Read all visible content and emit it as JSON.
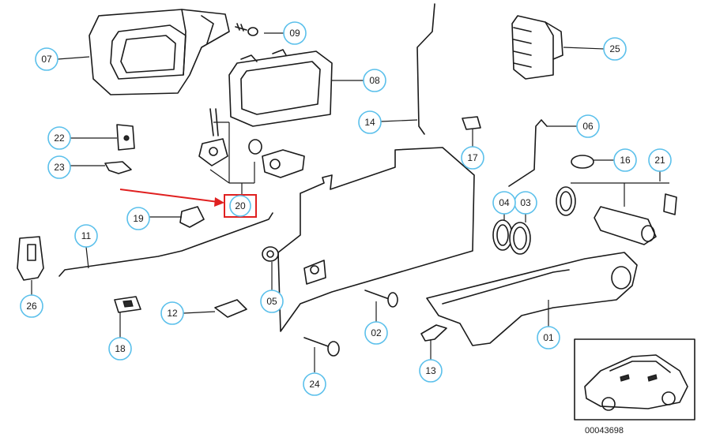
{
  "diagram": {
    "callouts": [
      {
        "id": "c01",
        "label": "01"
      },
      {
        "id": "c02",
        "label": "02"
      },
      {
        "id": "c03",
        "label": "03"
      },
      {
        "id": "c04",
        "label": "04"
      },
      {
        "id": "c05",
        "label": "05"
      },
      {
        "id": "c06",
        "label": "06"
      },
      {
        "id": "c07",
        "label": "07"
      },
      {
        "id": "c08",
        "label": "08"
      },
      {
        "id": "c09",
        "label": "09"
      },
      {
        "id": "c11",
        "label": "11"
      },
      {
        "id": "c12",
        "label": "12"
      },
      {
        "id": "c13",
        "label": "13"
      },
      {
        "id": "c14",
        "label": "14"
      },
      {
        "id": "c16",
        "label": "16"
      },
      {
        "id": "c17",
        "label": "17"
      },
      {
        "id": "c18",
        "label": "18"
      },
      {
        "id": "c19",
        "label": "19"
      },
      {
        "id": "c20",
        "label": "20",
        "highlighted": true
      },
      {
        "id": "c21",
        "label": "21"
      },
      {
        "id": "c22",
        "label": "22"
      },
      {
        "id": "c23",
        "label": "23"
      },
      {
        "id": "c24",
        "label": "24"
      },
      {
        "id": "c25",
        "label": "25"
      },
      {
        "id": "c26",
        "label": "26"
      }
    ],
    "reference_number": "00043698",
    "colors": {
      "callout_border": "#5bc0eb",
      "highlight": "#e02020",
      "line": "#1a1a1a"
    }
  }
}
